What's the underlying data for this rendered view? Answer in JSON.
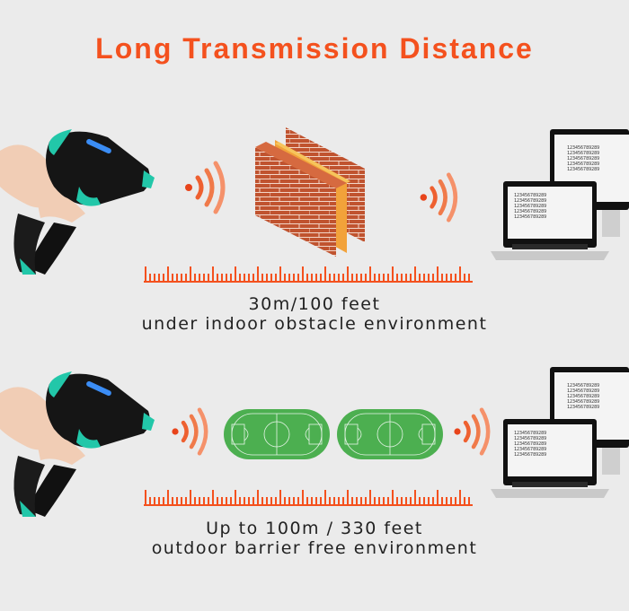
{
  "title": "Long Transmission Distance",
  "colors": {
    "accent": "#f4511e",
    "background": "#ebebeb",
    "scanner_trim": "#22c7a9",
    "field_green": "#4caf50",
    "brick": "#c0532f"
  },
  "sections": [
    {
      "scenario": "indoor-obstacle",
      "obstacle": "brick-wall",
      "distance": "30m/100 feet",
      "description": "under indoor obstacle environment"
    },
    {
      "scenario": "outdoor-open",
      "obstacle": "two-football-fields",
      "distance": "Up to 100m / 330 feet",
      "description": "outdoor barrier free environment"
    }
  ],
  "screen_text": [
    "123456789289",
    "123456789289",
    "123456789289",
    "123456789289",
    "123456789289"
  ],
  "icons": {
    "signal": "wifi-signal-icon",
    "scanner": "barcode-scanner",
    "computer": "laptop-and-monitor"
  }
}
